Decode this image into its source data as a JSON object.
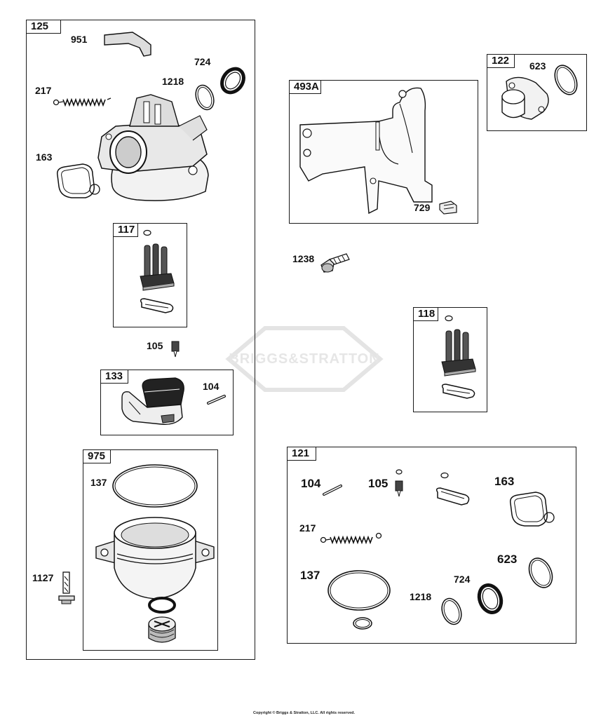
{
  "watermark": "BRIGGS&STRATTON",
  "copyright": "Copyright © Briggs & Stratton, LLC. All rights reserved.",
  "boxes": {
    "b125": "125",
    "b117": "117",
    "b133": "133",
    "b975": "975",
    "b493A": "493A",
    "b122": "122",
    "b118": "118",
    "b121": "121"
  },
  "labels": {
    "l951": "951",
    "l724": "724",
    "l1218": "1218",
    "l217": "217",
    "l163": "163",
    "l105": "105",
    "l104": "104",
    "l137": "137",
    "l1127": "1127",
    "l623": "623",
    "l729": "729",
    "l1238": "1238",
    "k104": "104",
    "k105": "105",
    "k163": "163",
    "k217": "217",
    "k623": "623",
    "k137": "137",
    "k724": "724",
    "k1218": "1218"
  }
}
